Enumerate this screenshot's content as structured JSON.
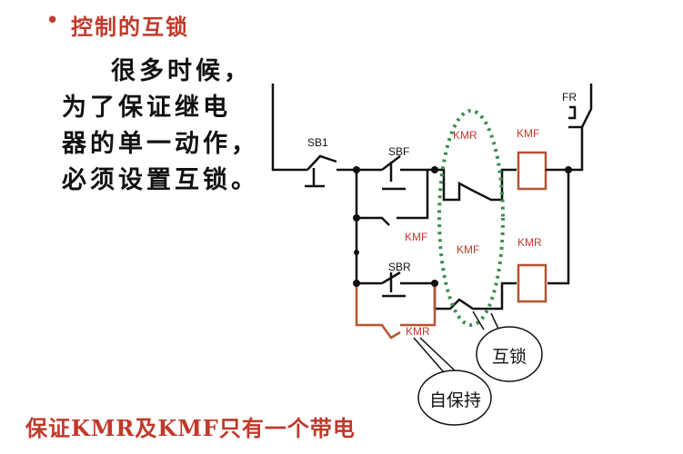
{
  "title": {
    "bullet": "•",
    "text": "控制的互锁"
  },
  "description": [
    "很多时候，",
    "为了保证继电",
    "器的单一动作，",
    "必须设置互锁。"
  ],
  "labels": {
    "sb1": "SB1",
    "sbf": "SBF",
    "sbr": "SBR",
    "fr": "FR",
    "kmr_contact_top": "KMR",
    "kmf_coil": "KMF",
    "kmf_self_hold": "KMF",
    "kmf_contact_mid": "KMF",
    "kmr_coil": "KMR",
    "kmr_self_hold": "KMR"
  },
  "callouts": {
    "interlock": "互锁",
    "self_hold": "自保持"
  },
  "footer": "保证KMR及KMF只有一个带电",
  "colors": {
    "accent": "#c0392b",
    "wire_black": "#111111",
    "wire_red": "#b5542f",
    "ellipse": "#3d8f4e"
  }
}
